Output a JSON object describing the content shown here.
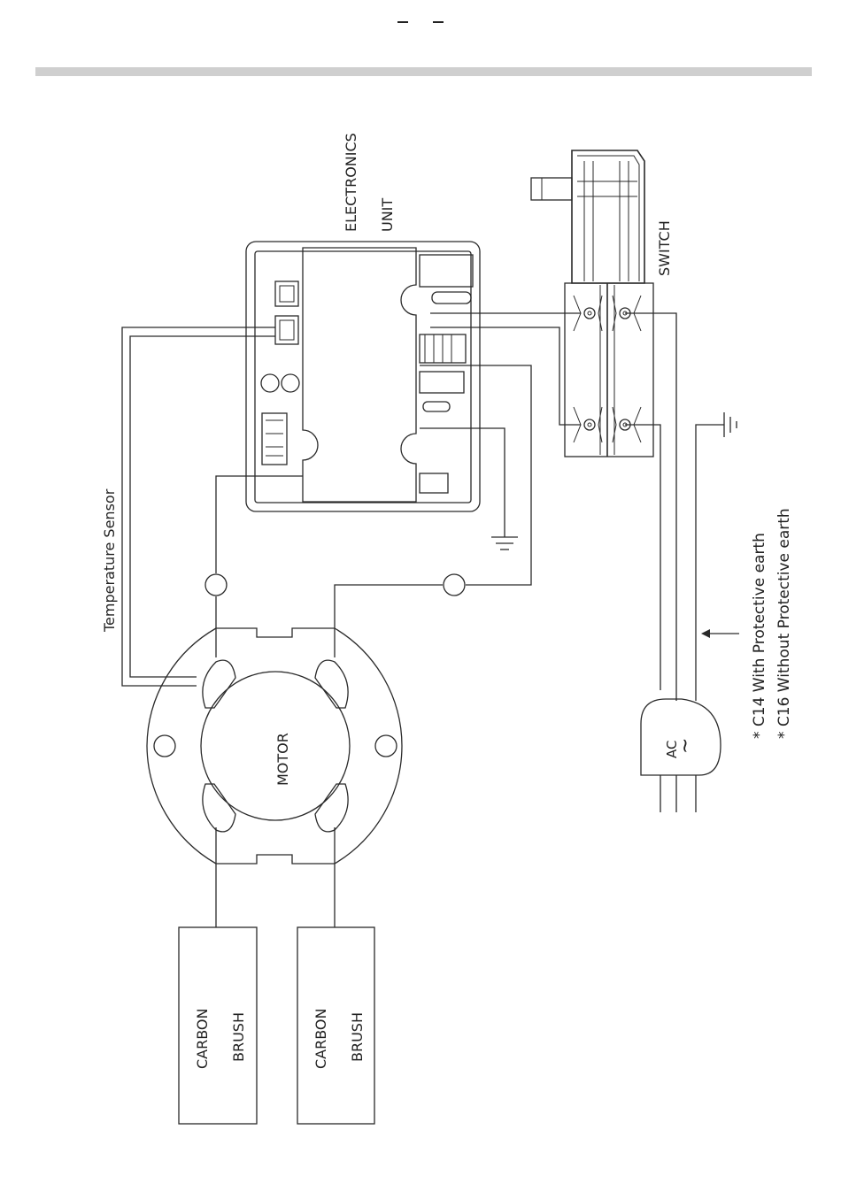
{
  "labels": {
    "electronics_unit": [
      "ELECTRONICS",
      "UNIT"
    ],
    "switch": "SWITCH",
    "temperature_sensor": "Temperature Sensor",
    "motor": "MOTOR",
    "carbon_brush_1": [
      "CARBON",
      "BRUSH"
    ],
    "carbon_brush_2": [
      "CARBON",
      "BRUSH"
    ],
    "ac_plug": "AC",
    "ac_symbol": "~",
    "note_c14": "*  C14  With  Protective earth",
    "note_c16": "* C16  Without  Protective earth"
  }
}
